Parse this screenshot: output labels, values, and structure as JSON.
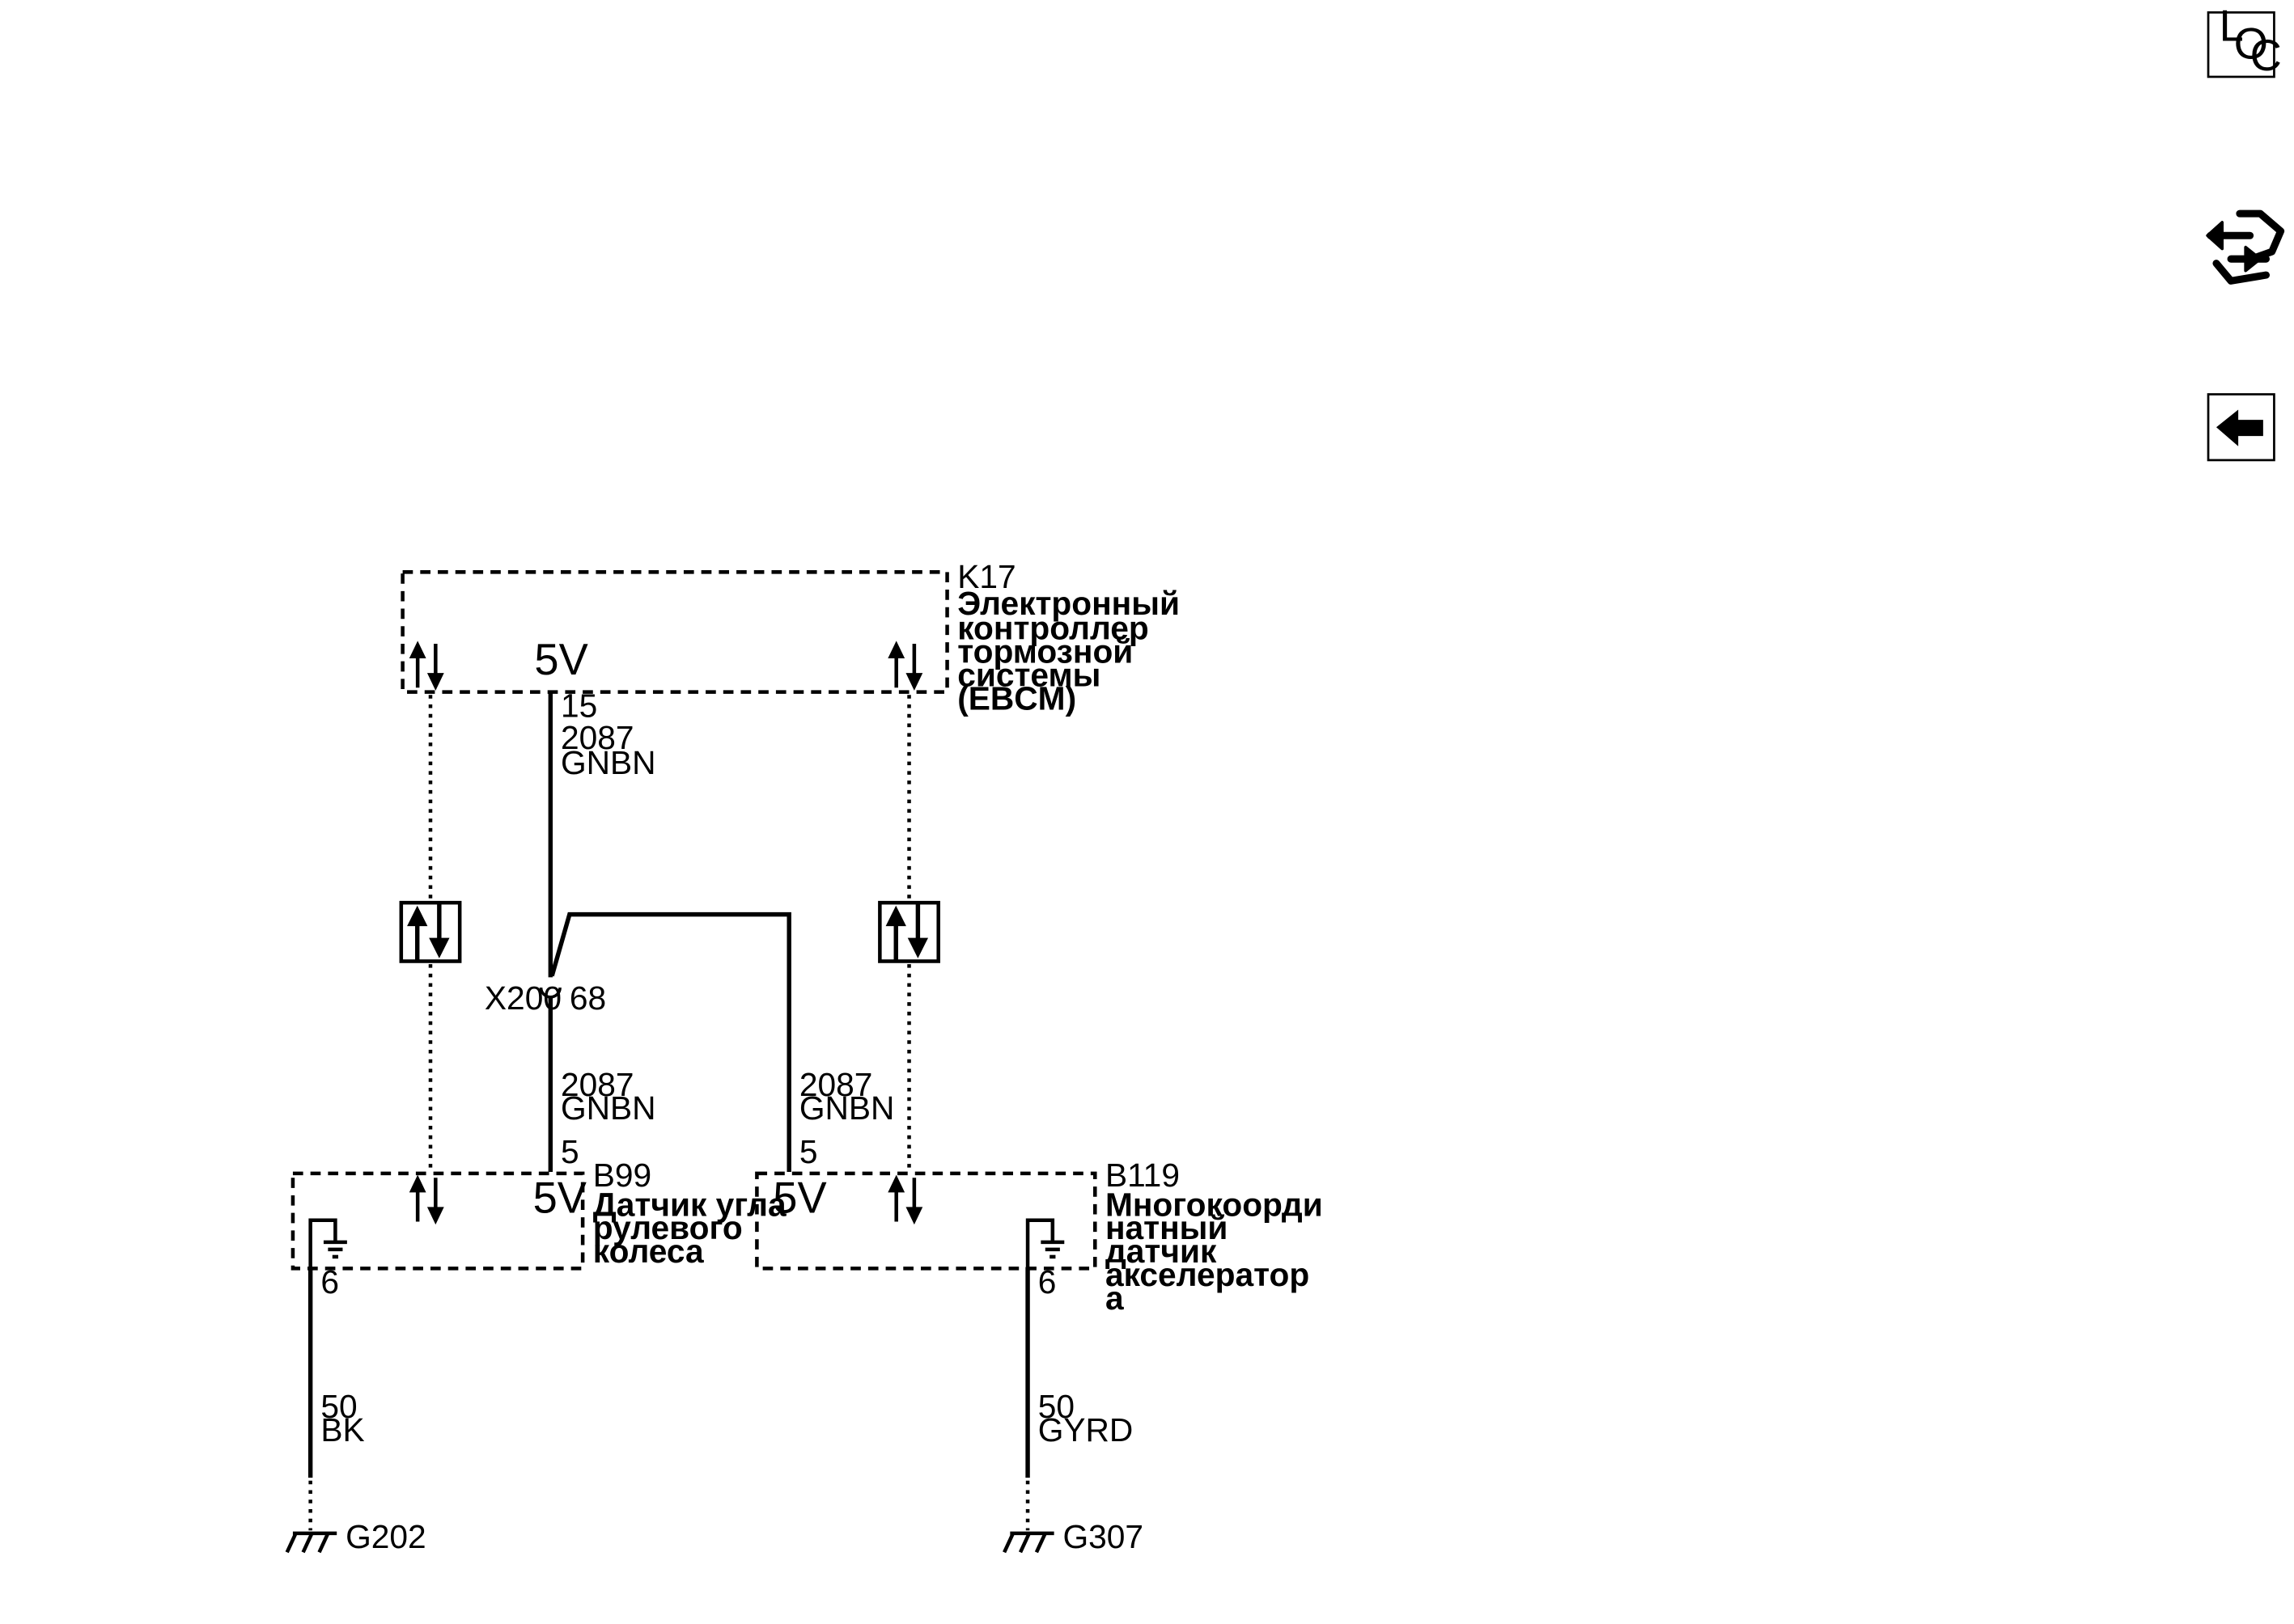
{
  "nav": {
    "loc_letters": [
      "L",
      "O",
      "C"
    ]
  },
  "diagram": {
    "ebcm": {
      "ref": "K17",
      "name_lines": [
        "Электронный",
        "контроллер",
        "тормозной",
        "системы",
        "(EBCM)"
      ],
      "voltage": "5V",
      "pin": "15",
      "wire_num": "2087",
      "wire_color": "GNBN"
    },
    "connector": {
      "ref": "X200",
      "pin": "68"
    },
    "steering_sensor": {
      "ref": "B99",
      "name_lines": [
        "Датчик угла",
        "рулевого",
        "колеса"
      ],
      "voltage": "5V",
      "pin_in": "5",
      "pin_gnd": "6",
      "wire_num": "2087",
      "wire_color": "GNBN",
      "gnd_wire_num": "50",
      "gnd_wire_color": "BK",
      "ground": "G202"
    },
    "accel_sensor": {
      "ref": "B119",
      "name_lines": [
        "Многокоорди",
        "натный",
        "датчик",
        "акселератор",
        "а"
      ],
      "voltage": "5V",
      "pin_in": "5",
      "pin_gnd": "6",
      "wire_num": "2087",
      "wire_color": "GNBN",
      "gnd_wire_num": "50",
      "gnd_wire_color": "GYRD",
      "ground": "G307"
    }
  }
}
